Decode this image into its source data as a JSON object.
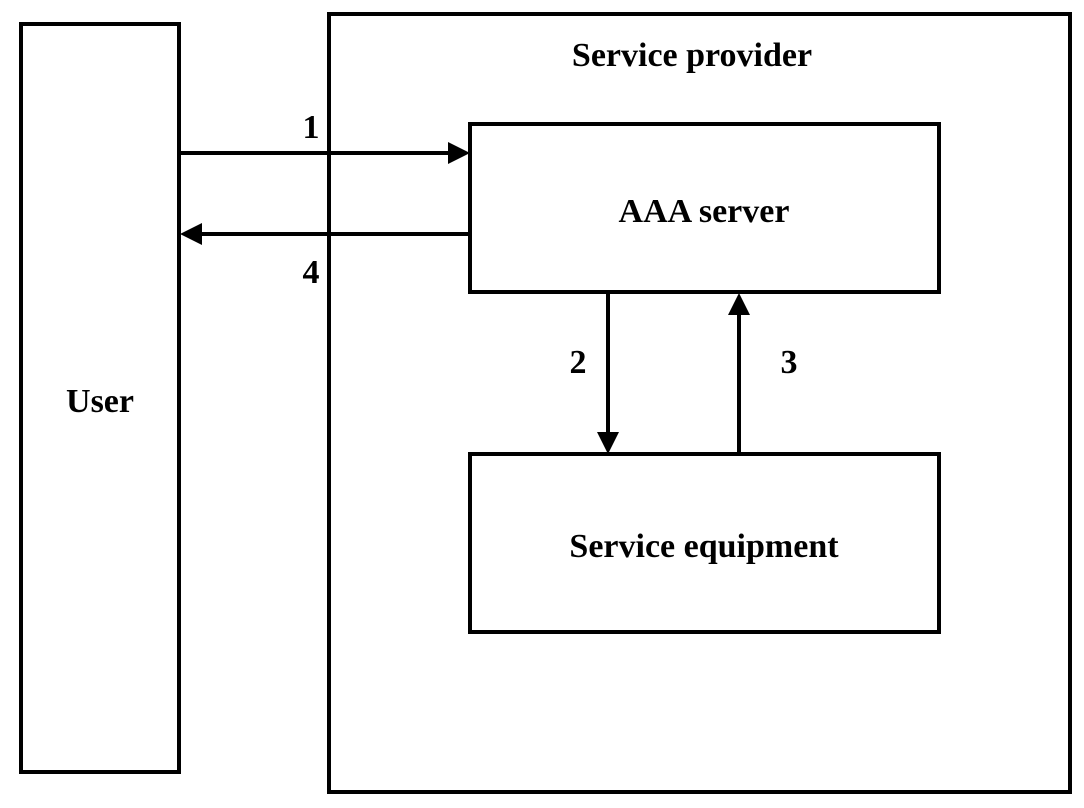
{
  "nodes": {
    "user": {
      "label": "User"
    },
    "service_provider": {
      "label": "Service provider"
    },
    "aaa_server": {
      "label": "AAA server"
    },
    "service_equipment": {
      "label": "Service equipment"
    }
  },
  "edges": [
    {
      "id": "1",
      "label": "1",
      "from": "User",
      "to": "AAA server"
    },
    {
      "id": "2",
      "label": "2",
      "from": "AAA server",
      "to": "Service equipment"
    },
    {
      "id": "3",
      "label": "3",
      "from": "Service equipment",
      "to": "AAA server"
    },
    {
      "id": "4",
      "label": "4",
      "from": "AAA server",
      "to": "User"
    }
  ]
}
